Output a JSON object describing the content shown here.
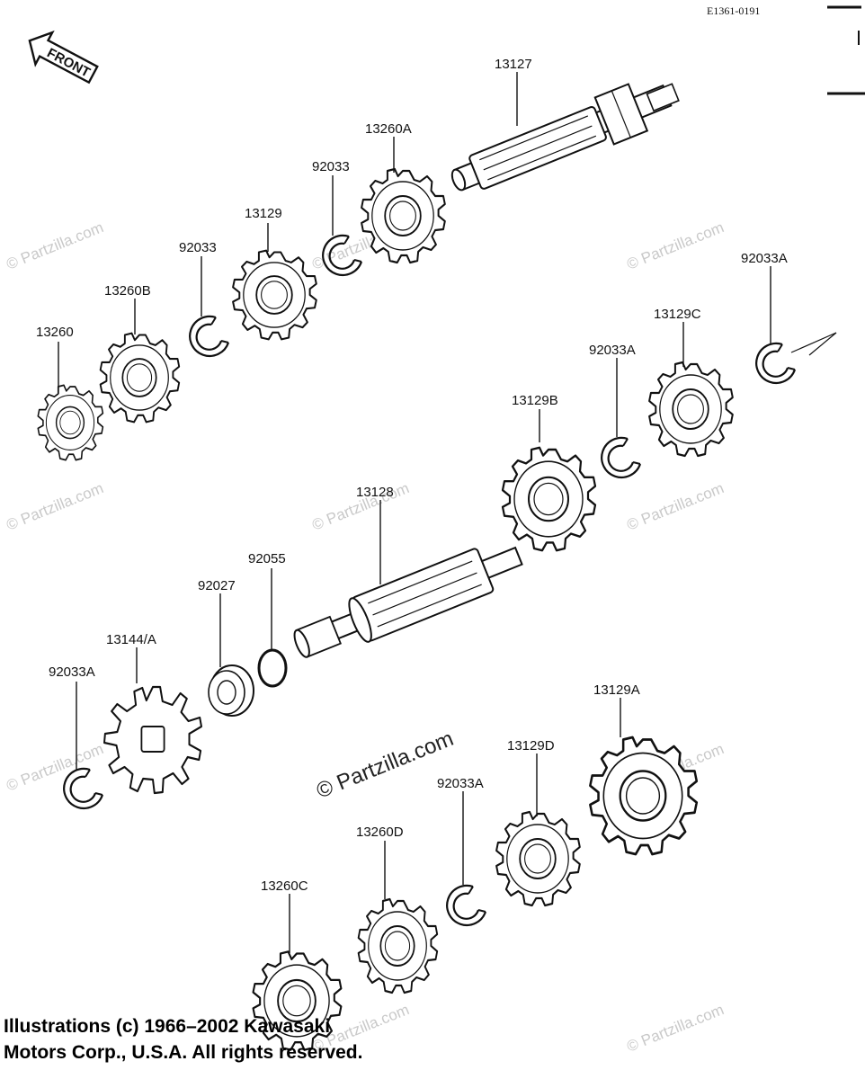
{
  "diagram": {
    "code": "E1361-0191",
    "front_label": "FRONT",
    "watermark": "© Partzilla.com",
    "parts": [
      {
        "key": "p13127",
        "label": "13127"
      },
      {
        "key": "p13260A",
        "label": "13260A"
      },
      {
        "key": "p92033_a",
        "label": "92033"
      },
      {
        "key": "p13129",
        "label": "13129"
      },
      {
        "key": "p92033_b",
        "label": "92033"
      },
      {
        "key": "p13260B",
        "label": "13260B"
      },
      {
        "key": "p13260",
        "label": "13260"
      },
      {
        "key": "p92033A_a",
        "label": "92033A"
      },
      {
        "key": "p13129C",
        "label": "13129C"
      },
      {
        "key": "p92033A_b",
        "label": "92033A"
      },
      {
        "key": "p13129B",
        "label": "13129B"
      },
      {
        "key": "p13128",
        "label": "13128"
      },
      {
        "key": "p92055",
        "label": "92055"
      },
      {
        "key": "p92027",
        "label": "92027"
      },
      {
        "key": "p13144A",
        "label": "13144/A"
      },
      {
        "key": "p92033A_c",
        "label": "92033A"
      },
      {
        "key": "p13129A",
        "label": "13129A"
      },
      {
        "key": "p13129D",
        "label": "13129D"
      },
      {
        "key": "p92033A_d",
        "label": "92033A"
      },
      {
        "key": "p13260D",
        "label": "13260D"
      },
      {
        "key": "p13260C",
        "label": "13260C"
      }
    ]
  },
  "copyright": {
    "line1": "Illustrations (c) 1966–2002 Kawasaki",
    "line2": "Motors Corp., U.S.A.  All rights reserved."
  }
}
